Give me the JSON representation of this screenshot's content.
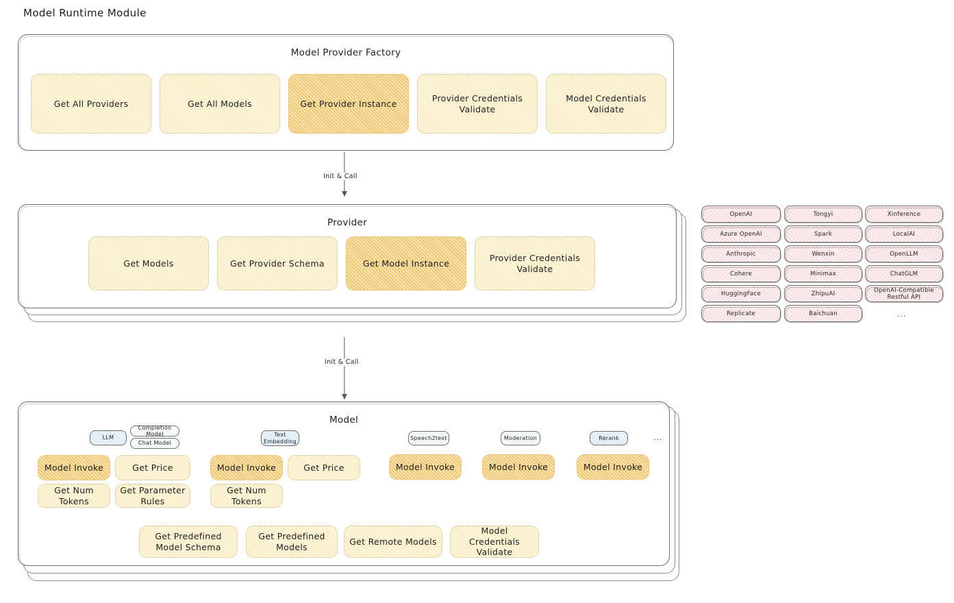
{
  "diagram": {
    "title": "Model Runtime Module",
    "type": "architecture-layered-diagram"
  },
  "factory": {
    "title": "Model Provider Factory",
    "methods": [
      {
        "label": "Get All Providers",
        "highlighted": false
      },
      {
        "label": "Get All Models",
        "highlighted": false
      },
      {
        "label": "Get Provider Instance",
        "highlighted": true
      },
      {
        "label": "Provider Credentials Validate",
        "highlighted": false
      },
      {
        "label": "Model Credentials Validate",
        "highlighted": false
      }
    ]
  },
  "arrows": [
    {
      "label": "Init & Call",
      "from": "Model Provider Factory",
      "to": "Provider"
    },
    {
      "label": "Init & Call",
      "from": "Provider",
      "to": "Model"
    }
  ],
  "provider": {
    "title": "Provider",
    "methods": [
      {
        "label": "Get Models",
        "highlighted": false
      },
      {
        "label": "Get Provider Schema",
        "highlighted": false
      },
      {
        "label": "Get Model Instance",
        "highlighted": true
      },
      {
        "label": "Provider Credentials Validate",
        "highlighted": false
      }
    ]
  },
  "provider_list": {
    "columns": [
      {
        "items": [
          "OpenAI",
          "Azure OpenAI",
          "Anthropic",
          "Cohere",
          "HuggingFace",
          "Replicate"
        ]
      },
      {
        "items": [
          "Tongyi",
          "Spark",
          "Wenxin",
          "Minimax",
          "ZhipuAI",
          "Baichuan"
        ]
      },
      {
        "items": [
          "Xinference",
          "LocalAI",
          "OpenLLM",
          "ChatGLM",
          "OpenAI-Compatible Restful API"
        ]
      }
    ],
    "more_indicator": "..."
  },
  "model": {
    "title": "Model",
    "more_indicator": "...",
    "types": [
      {
        "name": "LLM",
        "badge_style": "blue",
        "sub_badges": [
          "Completion Model",
          "Chat Model"
        ],
        "methods": [
          {
            "label": "Model Invoke",
            "highlighted": true
          },
          {
            "label": "Get Price",
            "highlighted": false
          },
          {
            "label": "Get Num Tokens",
            "highlighted": false
          },
          {
            "label": "Get Parameter Rules",
            "highlighted": false
          }
        ]
      },
      {
        "name": "Text Embedding",
        "badge_style": "blue",
        "sub_badges": [],
        "methods": [
          {
            "label": "Model Invoke",
            "highlighted": true
          },
          {
            "label": "Get Price",
            "highlighted": false
          },
          {
            "label": "Get Num Tokens",
            "highlighted": false
          }
        ]
      },
      {
        "name": "Speech2text",
        "badge_style": "plain",
        "sub_badges": [],
        "methods": [
          {
            "label": "Model Invoke",
            "highlighted": true
          }
        ]
      },
      {
        "name": "Moderation",
        "badge_style": "plain",
        "sub_badges": [],
        "methods": [
          {
            "label": "Model Invoke",
            "highlighted": true
          }
        ]
      },
      {
        "name": "Rerank",
        "badge_style": "blue",
        "sub_badges": [],
        "methods": [
          {
            "label": "Model Invoke",
            "highlighted": true
          }
        ]
      }
    ],
    "shared_methods": [
      "Get Predefined Model Schema",
      "Get Predefined Models",
      "Get Remote Models",
      "Model Credentials Validate"
    ]
  },
  "colors": {
    "chip_fill": "#fdf6df",
    "chip_highlight_fill": "#fbe3ad",
    "chip_border": "#c9b88a",
    "pill_fill": "#fdf0f0",
    "badge_blue_fill": "#eef6fb",
    "panel_border": "#6b6b6b",
    "text": "#1e1e1e"
  }
}
